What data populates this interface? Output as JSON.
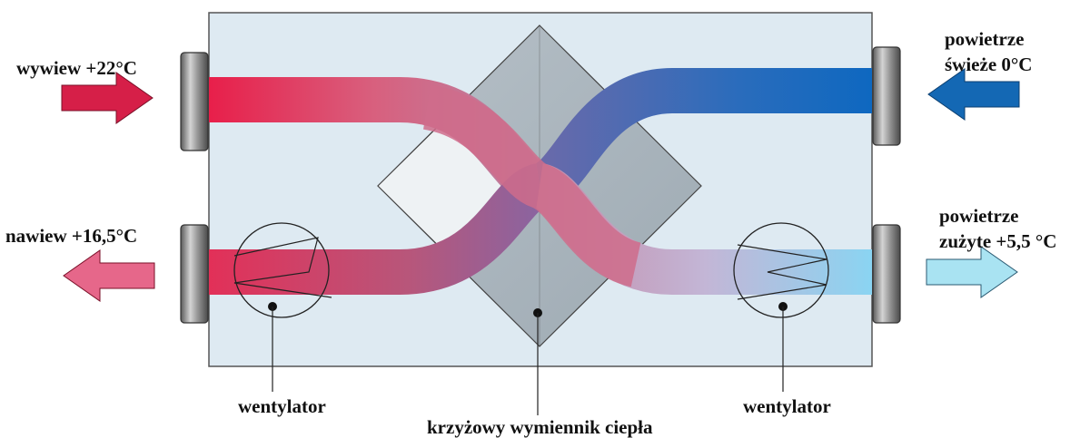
{
  "labels": {
    "exhaust_in": "wywiew +22°C",
    "fresh_in_line1": "powietrze",
    "fresh_in_line2": "świeże 0°C",
    "supply_out": "nawiew +16,5°C",
    "waste_out_line1": "powietrze",
    "waste_out_line2": "zużyte +5,5 °C",
    "fan_left": "wentylator",
    "exchanger": "krzyżowy wymiennik ciepła",
    "fan_right": "wentylator"
  },
  "colors": {
    "warm": "#e0204a",
    "warm_mid": "#cc6080",
    "cold": "#1466b8",
    "cool_light": "#9ad8f0",
    "purple": "#8a6aa8",
    "housing": "#deeaf2",
    "exchanger_light": "#e9eef1",
    "exchanger_dark": "#a9b4bc"
  }
}
